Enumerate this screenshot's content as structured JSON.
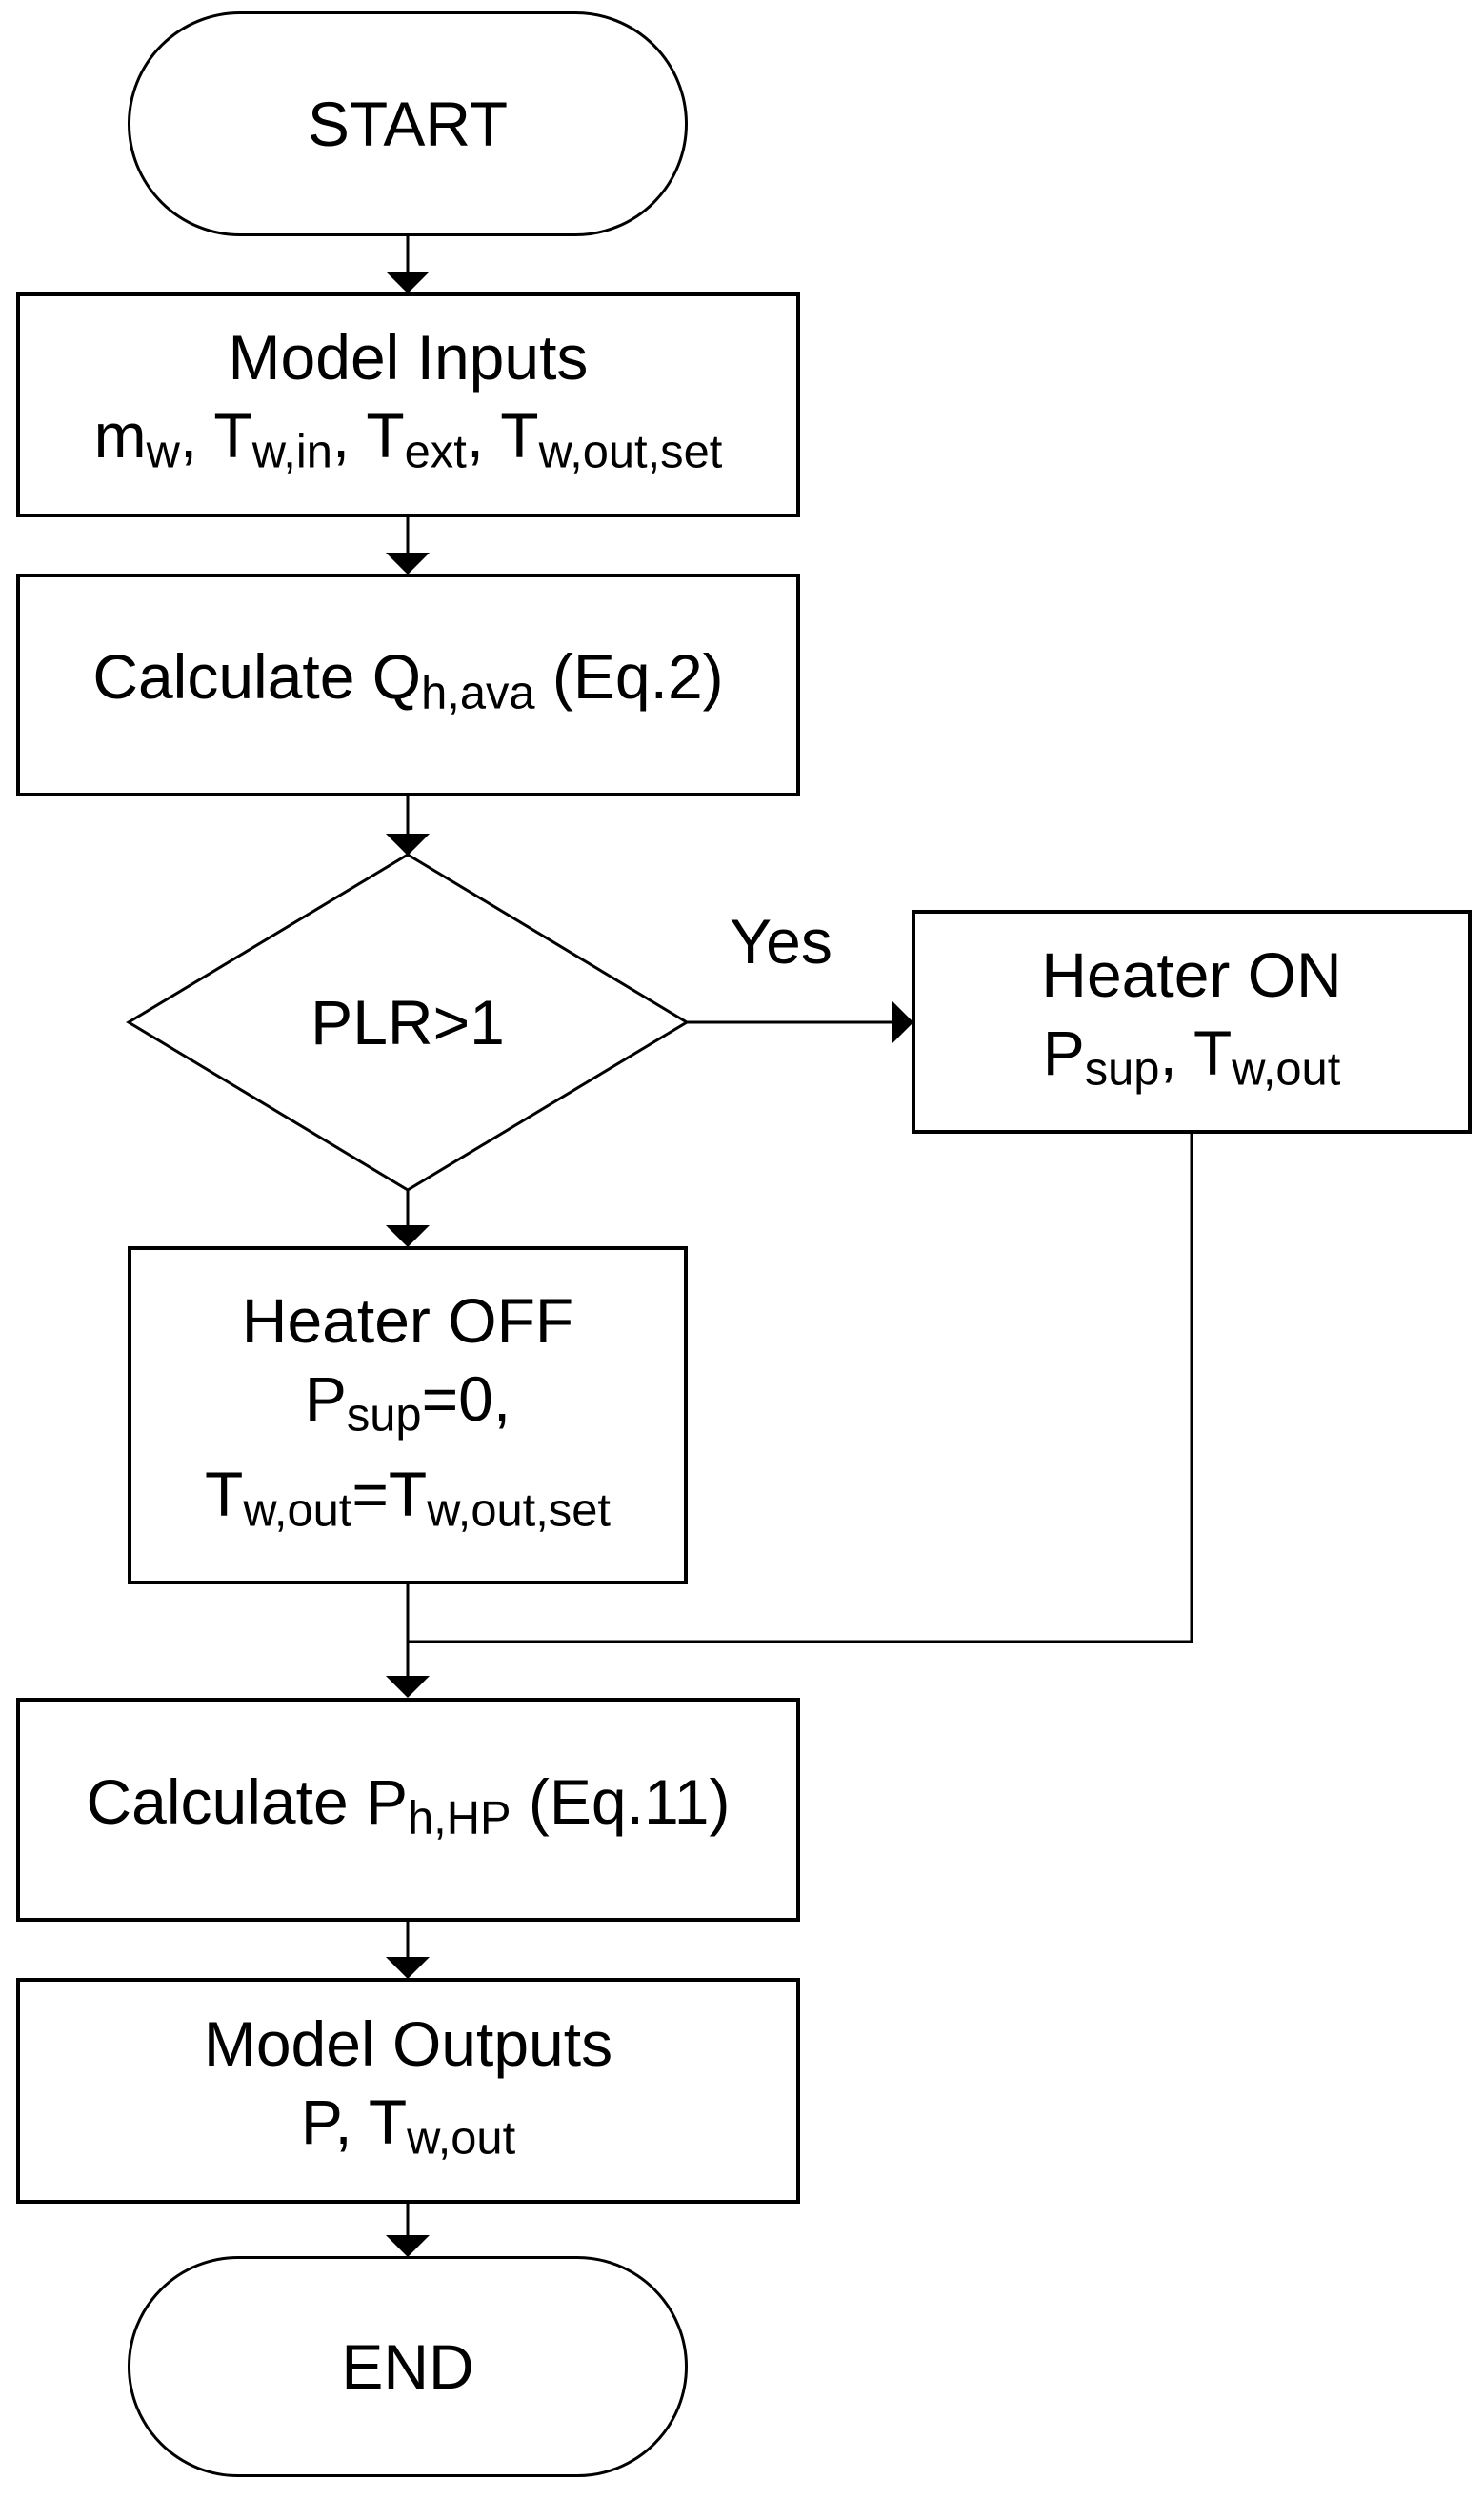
{
  "colors": {
    "background": "#ffffff",
    "stroke": "#000000",
    "text": "#000000"
  },
  "flowchart": {
    "start": {
      "label": "START"
    },
    "model_inputs": {
      "title": "Model Inputs",
      "vars": [
        {
          "t": "m"
        },
        {
          "t": "w",
          "sub": true
        },
        {
          "t": ", T"
        },
        {
          "t": "w,in",
          "sub": true
        },
        {
          "t": ", T"
        },
        {
          "t": "ext",
          "sub": true
        },
        {
          "t": ", T"
        },
        {
          "t": "w,out,set",
          "sub": true
        }
      ]
    },
    "calculate_q": {
      "line": [
        {
          "t": "Calculate Q"
        },
        {
          "t": "h,ava",
          "sub": true
        },
        {
          "t": " (Eq.2)"
        }
      ]
    },
    "decision": {
      "label": "PLR>1",
      "yes_label": "Yes"
    },
    "heater_on": {
      "title": "Heater ON",
      "vars": [
        {
          "t": "P"
        },
        {
          "t": "sup",
          "sub": true
        },
        {
          "t": ", T"
        },
        {
          "t": "w,out",
          "sub": true
        }
      ]
    },
    "heater_off": {
      "title": "Heater OFF",
      "line2": [
        {
          "t": "P"
        },
        {
          "t": "sup",
          "sub": true
        },
        {
          "t": "=0,"
        }
      ],
      "line3": [
        {
          "t": "T"
        },
        {
          "t": "w,out",
          "sub": true
        },
        {
          "t": "=T"
        },
        {
          "t": "w,out,set",
          "sub": true
        }
      ]
    },
    "calculate_p": {
      "line": [
        {
          "t": "Calculate P"
        },
        {
          "t": "h,HP",
          "sub": true
        },
        {
          "t": " (Eq.11)"
        }
      ]
    },
    "model_outputs": {
      "title": "Model Outputs",
      "vars": [
        {
          "t": "P, T"
        },
        {
          "t": "w,out",
          "sub": true
        }
      ]
    },
    "end": {
      "label": "END"
    }
  }
}
